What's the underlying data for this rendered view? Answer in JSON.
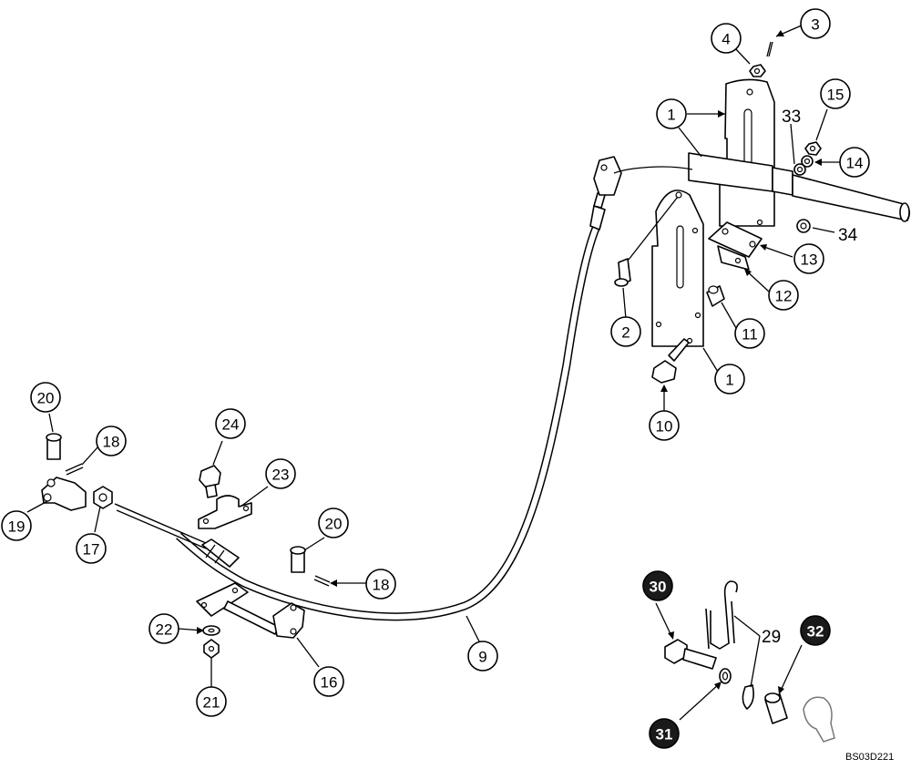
{
  "callouts": [
    {
      "id": "c1a",
      "label": "1",
      "style": "outline"
    },
    {
      "id": "c1b",
      "label": "1",
      "style": "outline"
    },
    {
      "id": "c2",
      "label": "2",
      "style": "outline"
    },
    {
      "id": "c3",
      "label": "3",
      "style": "outline"
    },
    {
      "id": "c4",
      "label": "4",
      "style": "outline"
    },
    {
      "id": "c9",
      "label": "9",
      "style": "outline"
    },
    {
      "id": "c10",
      "label": "10",
      "style": "outline"
    },
    {
      "id": "c11",
      "label": "11",
      "style": "outline"
    },
    {
      "id": "c12",
      "label": "12",
      "style": "outline"
    },
    {
      "id": "c13",
      "label": "13",
      "style": "outline"
    },
    {
      "id": "c14",
      "label": "14",
      "style": "outline"
    },
    {
      "id": "c15",
      "label": "15",
      "style": "outline"
    },
    {
      "id": "c16",
      "label": "16",
      "style": "outline"
    },
    {
      "id": "c17",
      "label": "17",
      "style": "outline"
    },
    {
      "id": "c18a",
      "label": "18",
      "style": "outline"
    },
    {
      "id": "c18b",
      "label": "18",
      "style": "outline"
    },
    {
      "id": "c19",
      "label": "19",
      "style": "outline"
    },
    {
      "id": "c20a",
      "label": "20",
      "style": "outline"
    },
    {
      "id": "c20b",
      "label": "20",
      "style": "outline"
    },
    {
      "id": "c21",
      "label": "21",
      "style": "outline"
    },
    {
      "id": "c22",
      "label": "22",
      "style": "outline"
    },
    {
      "id": "c23",
      "label": "23",
      "style": "outline"
    },
    {
      "id": "c24",
      "label": "24",
      "style": "outline"
    },
    {
      "id": "c30",
      "label": "30",
      "style": "filled"
    },
    {
      "id": "c31",
      "label": "31",
      "style": "filled"
    },
    {
      "id": "c32",
      "label": "32",
      "style": "filled"
    }
  ],
  "plain_labels": {
    "l33": "33",
    "l34": "34",
    "l29": "29"
  },
  "drawing_code": "BS03D221"
}
